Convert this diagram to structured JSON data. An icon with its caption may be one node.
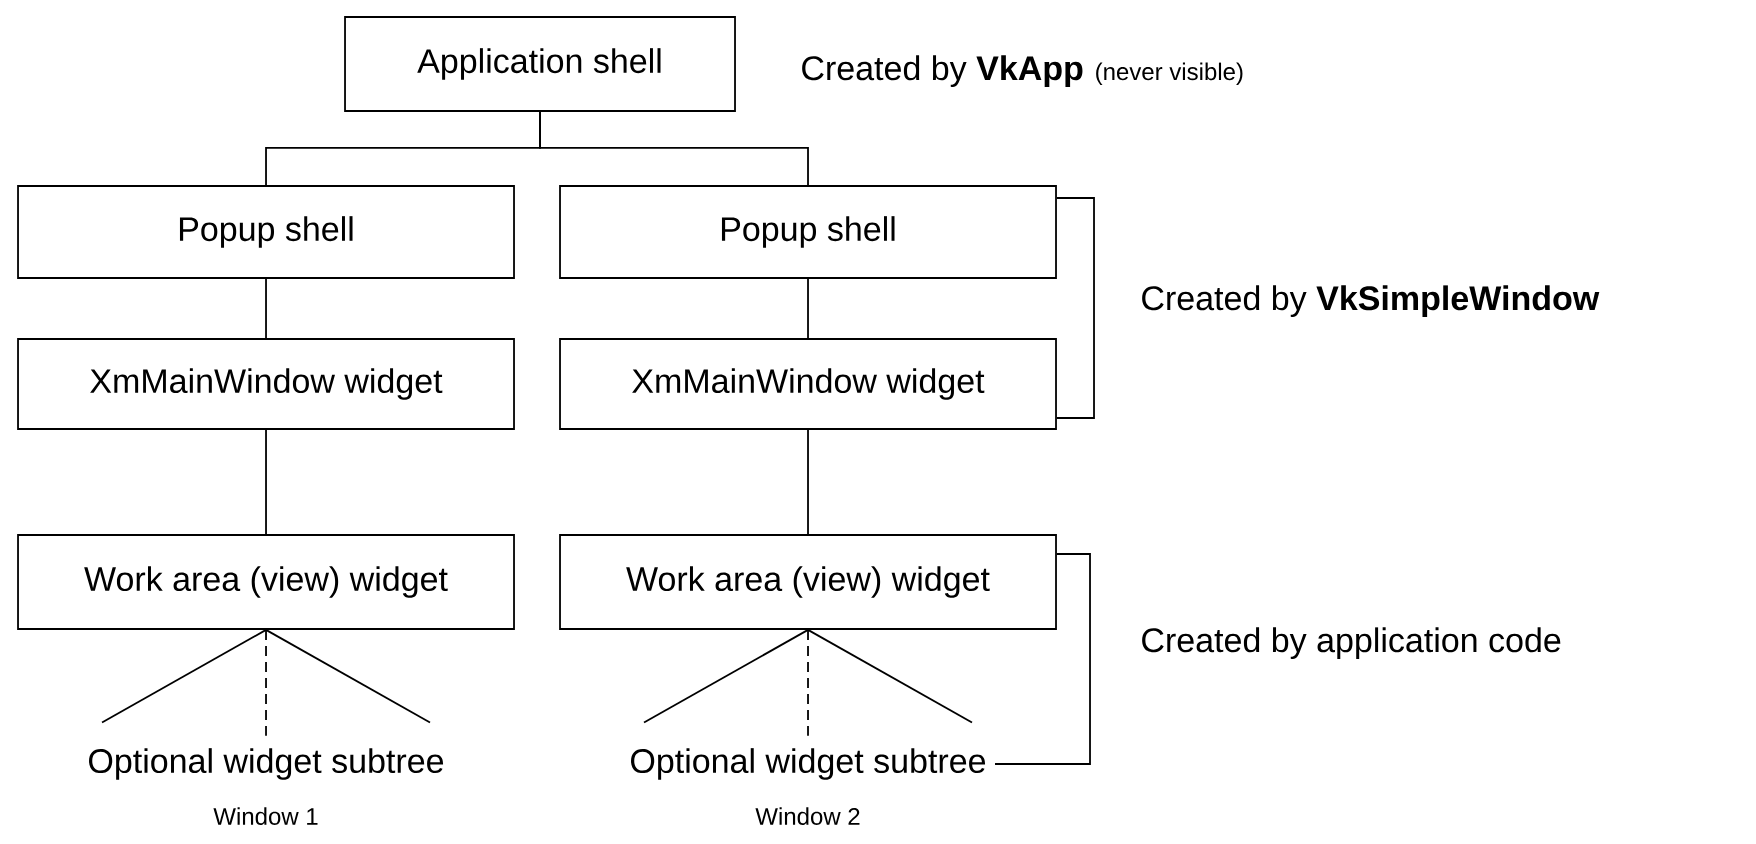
{
  "diagram": {
    "nodes": [
      {
        "text": [
          "Application shell"
        ]
      },
      {
        "text": [
          "Popup shell"
        ]
      },
      {
        "text": [
          "Popup shell"
        ]
      },
      {
        "text": [
          "XmMainWindow widget"
        ]
      },
      {
        "text": [
          "XmMainWindow widget"
        ]
      },
      {
        "text": [
          "Work area (view) widget"
        ]
      },
      {
        "text": [
          "Work area (view) widget"
        ]
      },
      {
        "text": [
          "Optional widget subtree"
        ],
        "beside": [
          "Window 1"
        ]
      },
      {
        "text": [
          "Optional widget subtree"
        ],
        "beside": [
          "Window 2"
        ]
      }
    ],
    "edges": [
      {
        "from": 0,
        "to": 1,
        "arrow": "none"
      },
      {
        "from": 0,
        "to": 2,
        "arrow": "none"
      },
      {
        "from": 1,
        "to": 3,
        "arrow": "none"
      },
      {
        "from": 3,
        "to": 5,
        "arrow": "none"
      },
      {
        "from": 2,
        "to": 4,
        "arrow": "none"
      },
      {
        "from": 4,
        "to": 6,
        "arrow": "none"
      },
      {
        "from": 5,
        "to": 7,
        "arrow": "none"
      },
      {
        "from": 5,
        "to": 7,
        "arrow": "none",
        "style": "dashed"
      },
      {
        "from": 5,
        "to": 7,
        "arrow": "none"
      },
      {
        "from": 6,
        "to": 8,
        "arrow": "none"
      },
      {
        "from": 6,
        "to": 8,
        "arrow": "none",
        "style": "dashed"
      },
      {
        "from": 6,
        "to": 8,
        "arrow": "none"
      }
    ],
    "labels": [
      "Created by **VkApp**",
      "(never visible)",
      "Created by **VkSimpleWindow**",
      "Created by application code"
    ]
  }
}
